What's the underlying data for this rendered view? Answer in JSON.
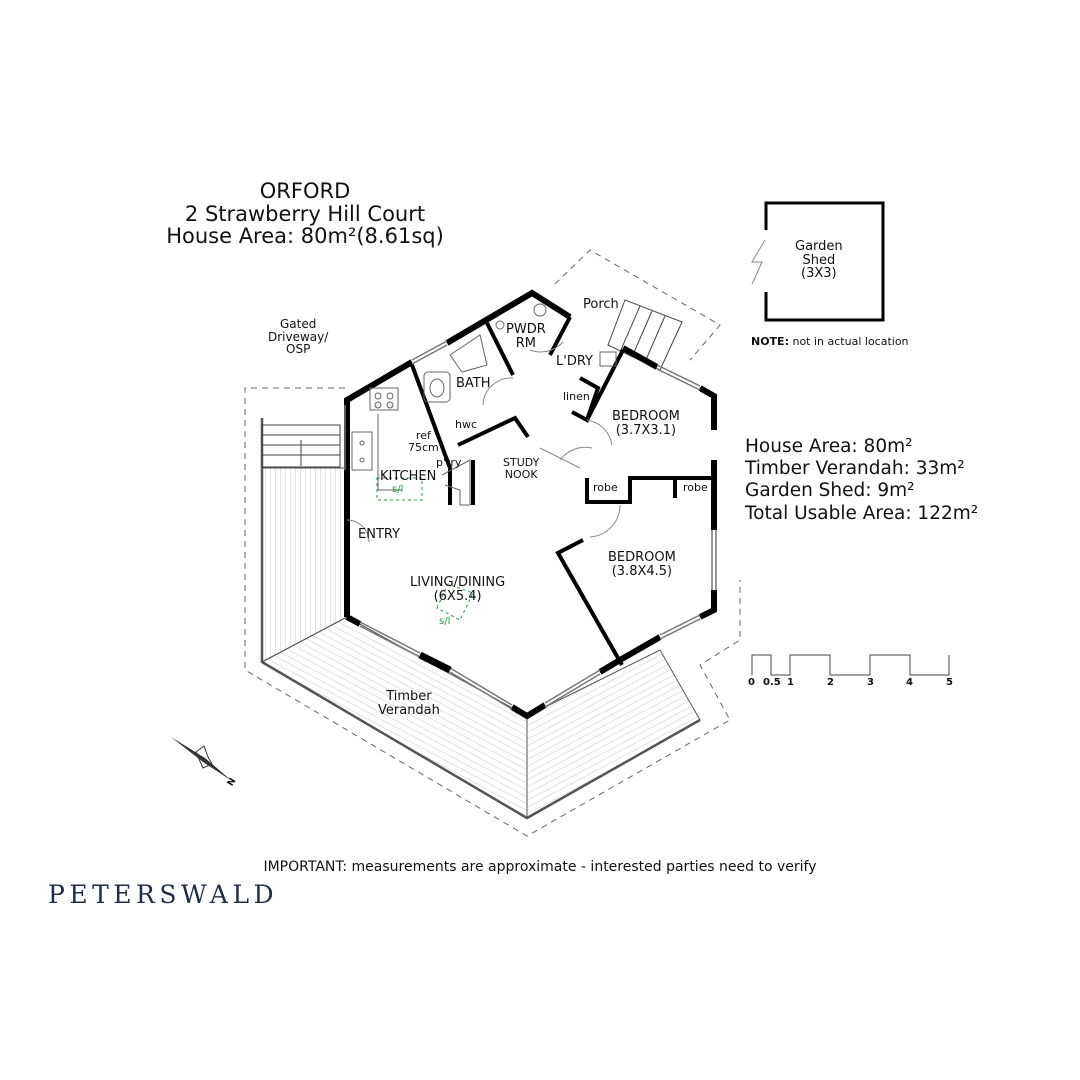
{
  "header": {
    "name": "ORFORD",
    "address": "2 Strawberry Hill Court",
    "area": "House Area: 80m²(8.61sq)"
  },
  "rooms": {
    "gated": [
      "Gated",
      "Driveway/",
      "OSP"
    ],
    "porch": "Porch",
    "pwdr": [
      "PWDR",
      "RM"
    ],
    "ldry": "L'DRY",
    "bath": "BATH",
    "linen": "linen",
    "hwc": "hwc",
    "ref": [
      "ref",
      "75cm"
    ],
    "pantry": "p'try",
    "kitchen": "KITCHEN",
    "skylight": "s/l",
    "study": [
      "STUDY",
      "NOOK"
    ],
    "bedroom1": [
      "BEDROOM",
      "(3.7X3.1)"
    ],
    "robe": "robe",
    "entry": "ENTRY",
    "living": [
      "LIVING/DINING",
      "(6X5.4)"
    ],
    "bedroom2": [
      "BEDROOM",
      "(3.8X4.5)"
    ],
    "verandah": [
      "Timber",
      "Verandah"
    ],
    "shed": [
      "Garden",
      "Shed",
      "(3X3)"
    ]
  },
  "note": {
    "bold": "NOTE:",
    "text": " not in actual location"
  },
  "areas": [
    "House Area: 80m²",
    "Timber Verandah: 33m²",
    "Garden Shed: 9m²",
    "Total Usable Area: 122m²"
  ],
  "scale_bar": {
    "ticks": [
      "0",
      "0.5",
      "1",
      "2",
      "3",
      "4",
      "5"
    ]
  },
  "compass": {
    "label": "N",
    "icon": "north-arrow-icon"
  },
  "disclaimer": "IMPORTANT: measurements are approximate - interested parties need to verify",
  "logo": "PETERSWALD",
  "colors": {
    "walls": "#000000",
    "skylight": "#2a9d3a",
    "logo": "#1f2c45"
  }
}
